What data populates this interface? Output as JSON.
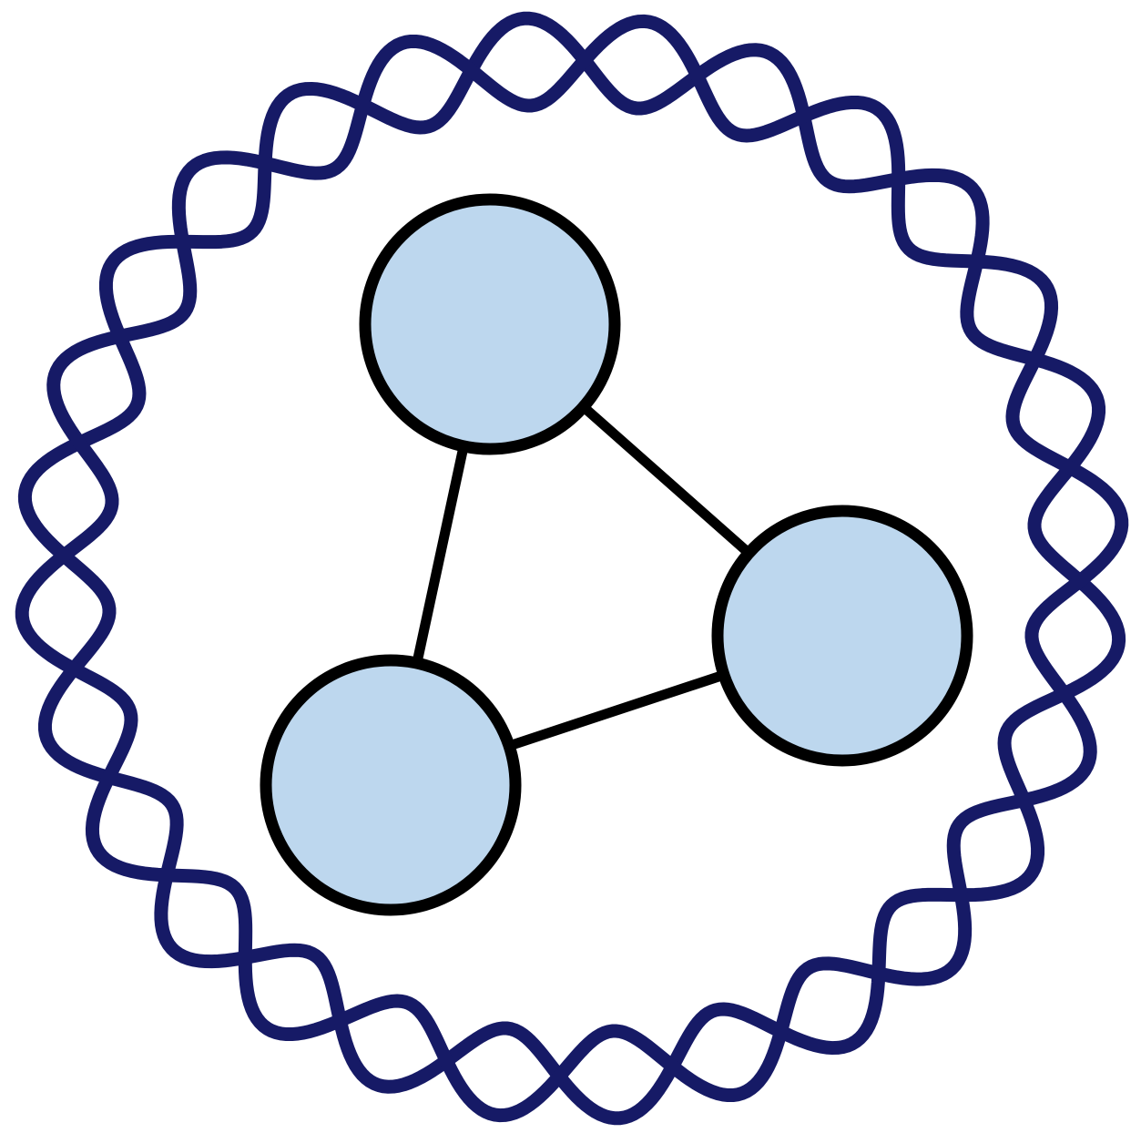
{
  "diagram": {
    "type": "network-in-helix-ring",
    "colors": {
      "background": "#ffffff",
      "helix": "#161a66",
      "node_fill": "#bdd7ee",
      "node_stroke": "#000000",
      "edge": "#000000"
    },
    "helix_ring": {
      "strands": 2,
      "waves": 14
    },
    "nodes": [
      {
        "id": "top"
      },
      {
        "id": "right"
      },
      {
        "id": "bottom-left"
      }
    ],
    "edges": [
      {
        "from": "top",
        "to": "right"
      },
      {
        "from": "top",
        "to": "bottom-left"
      },
      {
        "from": "bottom-left",
        "to": "right"
      }
    ]
  }
}
